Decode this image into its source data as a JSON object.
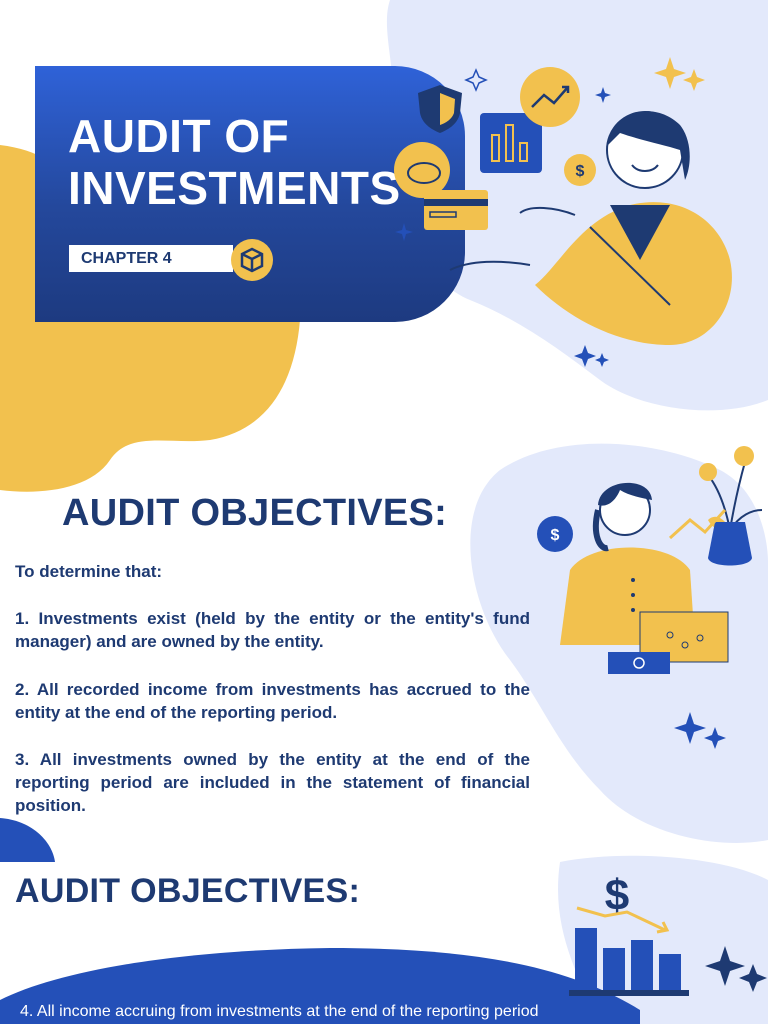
{
  "title": {
    "line1": "AUDIT OF",
    "line2": "INVESTMENTS"
  },
  "chapter": "CHAPTER 4",
  "section1": {
    "heading": "AUDIT OBJECTIVES:",
    "intro": "To determine that:",
    "objectives": [
      "1. Investments exist (held by the entity or the entity's fund manager) and are owned by the entity.",
      "2. All recorded income from investments has accrued to the entity at the end of the reporting period.",
      " 3. All investments owned by the entity at the end of the reporting period are included in the statement of financial position."
    ]
  },
  "section2": {
    "heading": "AUDIT OBJECTIVES:",
    "objective4": "4. All income accruing from investments at the end of the reporting period"
  },
  "icons": {
    "dollar_sign": "$",
    "coin_symbol": "$"
  },
  "colors": {
    "navy": "#1e3a72",
    "blue": "#2f62d8",
    "yellow": "#f2c14e",
    "light_blue": "#e3e9fb"
  }
}
